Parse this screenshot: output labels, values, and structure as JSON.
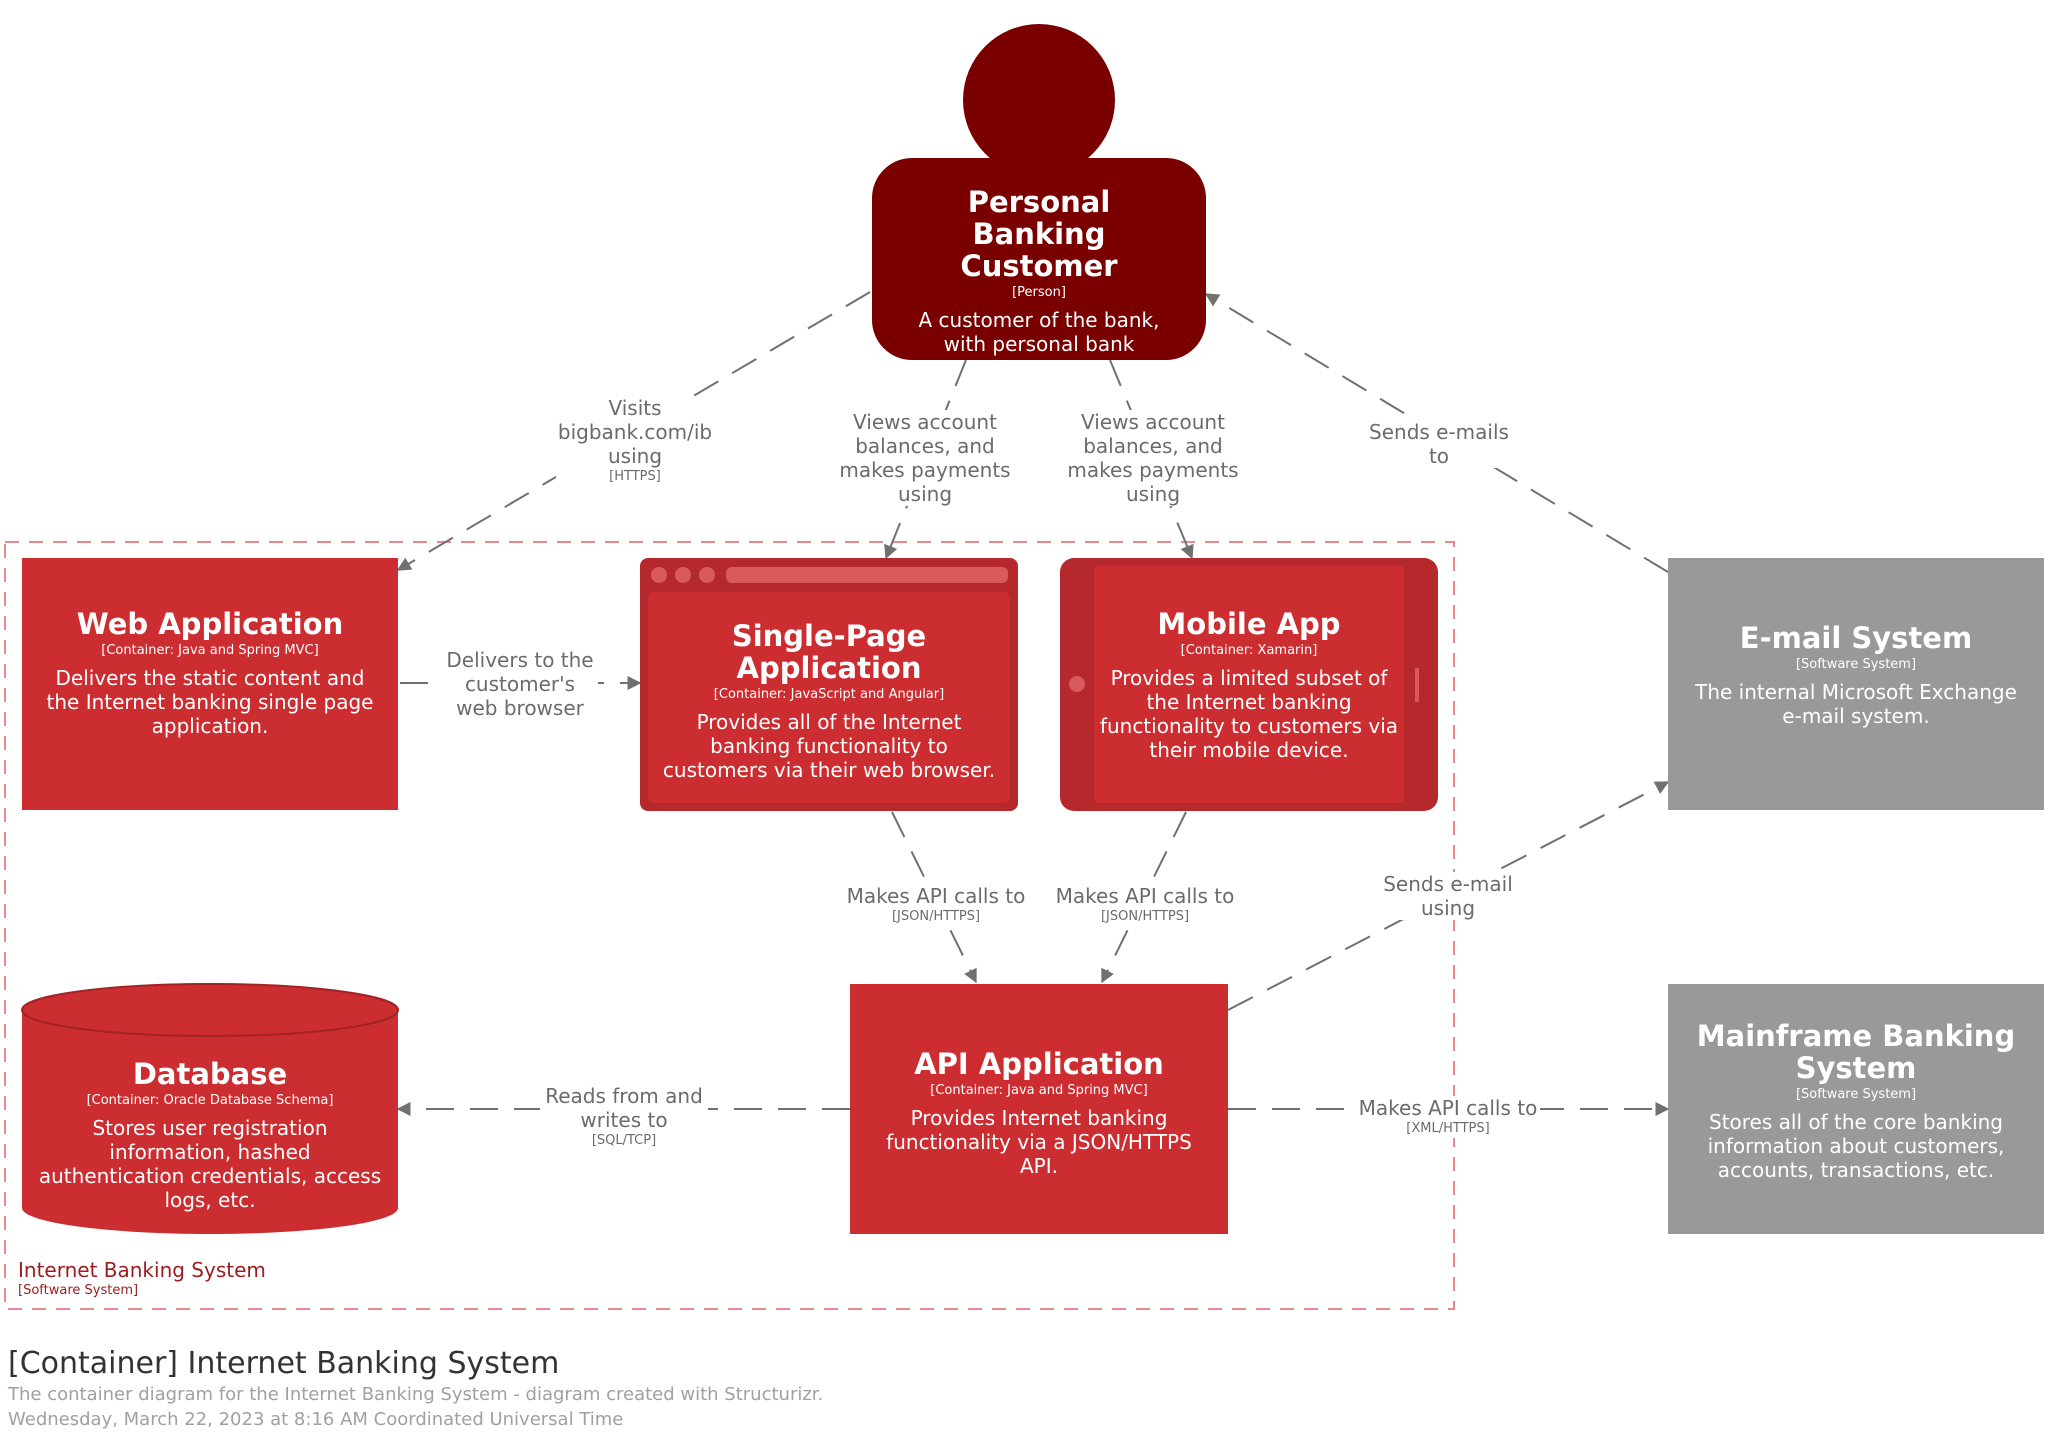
{
  "elements": {
    "customer": {
      "name": "Personal Banking Customer",
      "type": "[Person]",
      "description": "A customer of the bank, with personal bank accounts."
    },
    "web_app": {
      "name": "Web Application",
      "type": "[Container: Java and Spring MVC]",
      "description": "Delivers the static content and the Internet banking single page application."
    },
    "spa": {
      "name": "Single-Page Application",
      "type": "[Container: JavaScript and Angular]",
      "description": "Provides all of the Internet banking functionality to customers via their web browser."
    },
    "mobile_app": {
      "name": "Mobile App",
      "type": "[Container: Xamarin]",
      "description": "Provides a limited subset of the Internet banking functionality to customers via their mobile device."
    },
    "email": {
      "name": "E-mail System",
      "type": "[Software System]",
      "description": "The internal Microsoft Exchange e-mail system."
    },
    "database": {
      "name": "Database",
      "type": "[Container: Oracle Database Schema]",
      "description": "Stores user registration information, hashed authentication credentials, access logs, etc."
    },
    "api": {
      "name": "API Application",
      "type": "[Container: Java and Spring MVC]",
      "description": "Provides Internet banking functionality via a JSON/HTTPS API."
    },
    "mainframe": {
      "name": "Mainframe Banking System",
      "type": "[Software System]",
      "description": "Stores all of the core banking information about customers, accounts, transactions, etc."
    }
  },
  "boundary": {
    "name": "Internet Banking System",
    "type": "[Software System]"
  },
  "relationships": {
    "visits": {
      "label": "Visits bigbank.com/ib using",
      "tech": "[HTTPS]"
    },
    "views_spa": {
      "label": "Views account balances, and makes payments using",
      "tech": ""
    },
    "views_mobile": {
      "label": "Views account balances, and makes payments using",
      "tech": ""
    },
    "sends_emails": {
      "label": "Sends e-mails to",
      "tech": ""
    },
    "delivers": {
      "label": "Delivers to the customer's web browser",
      "tech": ""
    },
    "spa_api": {
      "label": "Makes API calls to",
      "tech": "[JSON/HTTPS]"
    },
    "mobile_api": {
      "label": "Makes API calls to",
      "tech": "[JSON/HTTPS]"
    },
    "sends_email_using": {
      "label": "Sends e-mail using",
      "tech": ""
    },
    "reads_writes": {
      "label": "Reads from and writes to",
      "tech": "[SQL/TCP]"
    },
    "api_mainframe": {
      "label": "Makes API calls to",
      "tech": "[XML/HTTPS]"
    }
  },
  "footer": {
    "title": "[Container] Internet Banking System",
    "subtitle": "The container diagram for the Internet Banking System - diagram created with Structurizr.",
    "date": "Wednesday, March 22, 2023 at 8:16 AM Coordinated Universal Time"
  },
  "colors": {
    "person": "#7a0000",
    "container": "#cc2d31",
    "container_dark": "#b5282c",
    "external": "#999999",
    "boundary": "#e88a8a",
    "arrow": "#707070"
  }
}
